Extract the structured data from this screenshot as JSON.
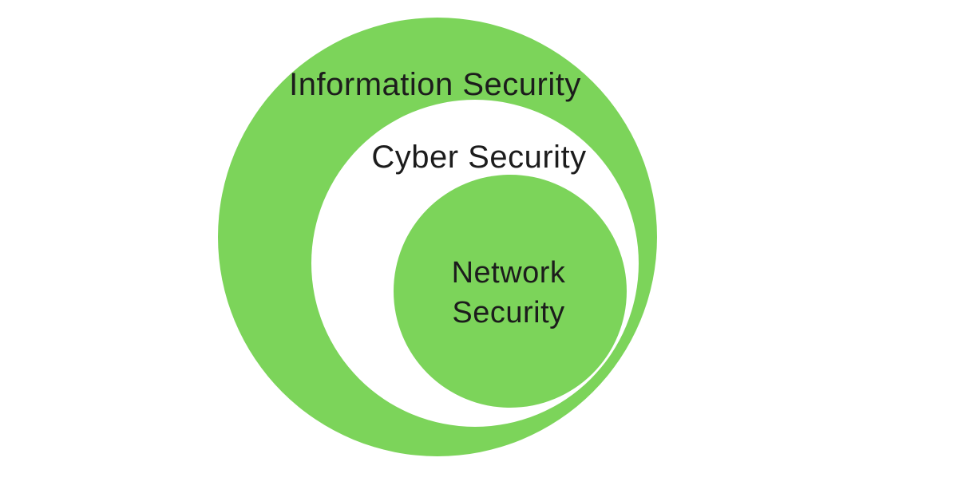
{
  "diagram": {
    "type": "nested-euler-circles",
    "background": "#ffffff",
    "colors": {
      "green": "#7CD45A",
      "white": "#ffffff",
      "text": "#1c1c1c"
    },
    "sets_outermost_to_innermost": [
      "Information Security",
      "Cyber Security",
      "Network Security"
    ],
    "labels": {
      "information_security": "Information Security",
      "cyber_security": "Cyber Security",
      "network_line1": "Network",
      "network_line2": "Security"
    }
  }
}
